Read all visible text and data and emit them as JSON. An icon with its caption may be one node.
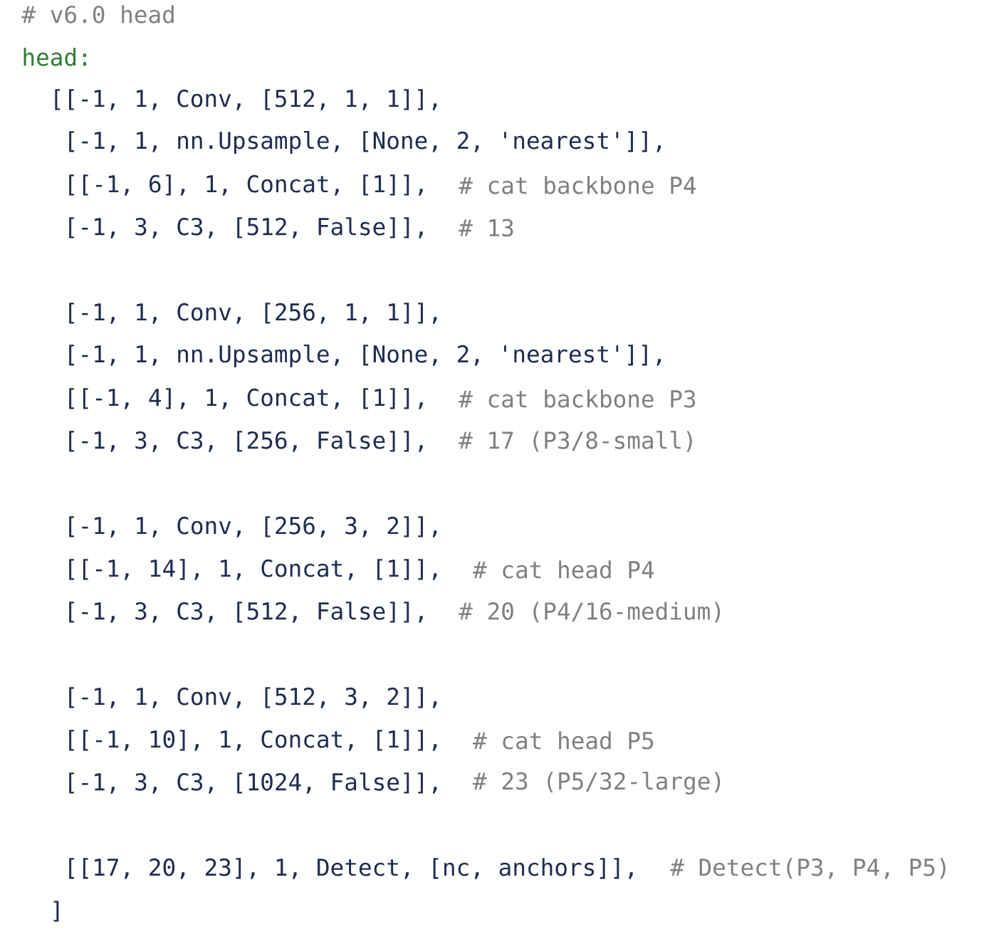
{
  "diagram": {
    "labels": [
      "# v6.0 head",
      "head:",
      "[[-1, 1, Conv, [512, 1, 1]],",
      "[-1, 1, nn.Upsample, [None, 2, 'nearest']],",
      "[[-1, 6], 1, Concat, [1]],",
      "# cat backbone P4",
      "[-1, 3, C3, [512, False]],",
      "# 13",
      "[-1, 1, Conv, [256, 1, 1]],",
      "[-1, 1, nn.Upsample, [None, 2, 'nearest']],",
      "[[-1, 4], 1, Concat, [1]],",
      "# cat backbone P3",
      "[-1, 3, C3, [256, False]],",
      "# 17 (P3/8-small)",
      "[-1, 1, Conv, [256, 3, 2]],",
      "[[-1, 14], 1, Concat, [1]],",
      "# cat head P4",
      "[-1, 3, C3, [512, False]],",
      "# 20 (P4/16-medium)",
      "[-1, 1, Conv, [512, 3, 2]],",
      "[[-1, 10], 1, Concat, [1]],",
      "# cat head P5",
      "[-1, 3, C3, [1024, False]],",
      "# 23 (P5/32-large)",
      "[[17, 20, 23], 1, Detect, [nc, anchors]],",
      "# Detect(P3, P4, P5)",
      "]"
    ]
  }
}
